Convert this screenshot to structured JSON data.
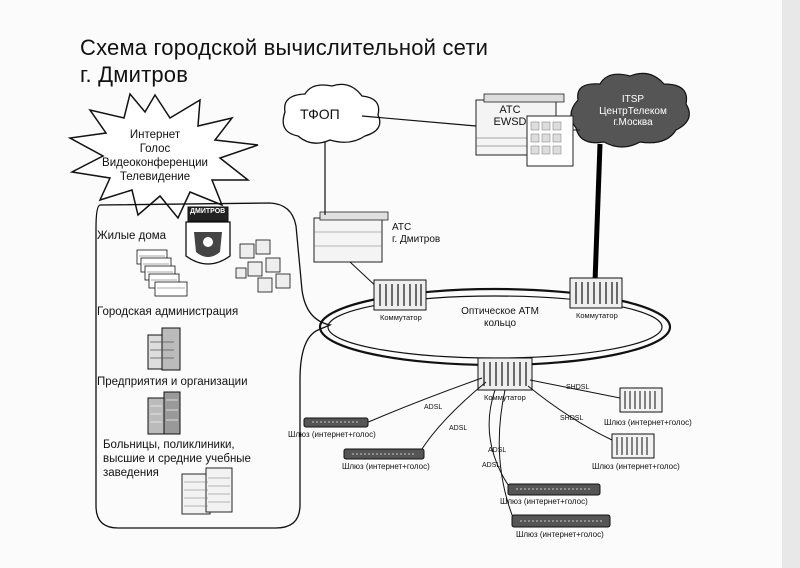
{
  "title_line1": "Схема городской вычислительной сети",
  "title_line2": "г. Дмитров",
  "star_lines": [
    "Интернет",
    "Голос",
    "Видеоконференции",
    "Телевидение"
  ],
  "pstn": "ТФОП",
  "ats_ewsd": [
    "АТС",
    "EWSD"
  ],
  "itsp": [
    "ITSP",
    "ЦентрТелеком",
    "г.Москва"
  ],
  "ats_dmitrov": [
    "АТС",
    "г. Дмитров"
  ],
  "ring": [
    "Оптическое АТМ",
    "кольцо"
  ],
  "switch_label": "Коммутатор",
  "categories": [
    "Жилые дома",
    "Городская администрация",
    "Предприятия и организации",
    "Больницы, поликлиники,",
    "высшие и средние учебные",
    "заведения"
  ],
  "emblem_text": "ДМИТРОВ",
  "link_adsl": "ADSL",
  "link_shdsl": "SHDSL",
  "gateway_label": "Шлюз (интернет+голос)"
}
